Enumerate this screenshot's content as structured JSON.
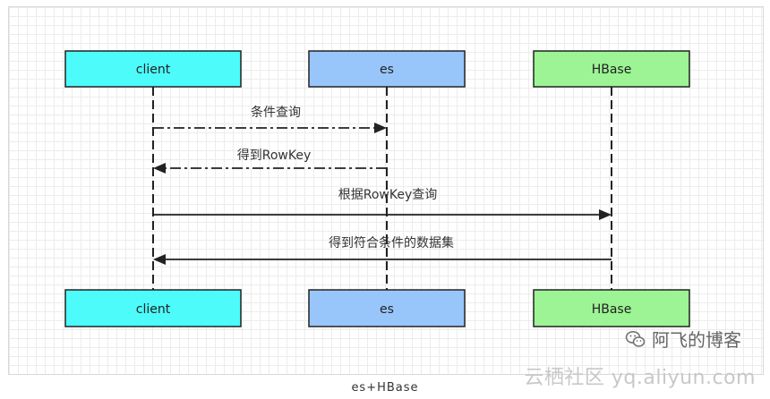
{
  "diagram": {
    "participants": [
      {
        "id": "client",
        "label": "client",
        "fill": "#4dfbfb"
      },
      {
        "id": "es",
        "label": "es",
        "fill": "#99c6fa"
      },
      {
        "id": "hbase",
        "label": "HBase",
        "fill": "#9cf494"
      }
    ],
    "messages": [
      {
        "label": "条件查询",
        "from": "client",
        "to": "es",
        "style": "dashdot"
      },
      {
        "label": "得到RowKey",
        "from": "es",
        "to": "client",
        "style": "dashdot"
      },
      {
        "label": "根据RowKey查询",
        "from": "client",
        "to": "hbase",
        "style": "solid"
      },
      {
        "label": "得到符合条件的数据集",
        "from": "hbase",
        "to": "client",
        "style": "solid"
      }
    ]
  },
  "watermark": {
    "blog": "阿飞的博客",
    "site": "云栖社区 yq.aliyun.com"
  },
  "caption": "es+HBase"
}
